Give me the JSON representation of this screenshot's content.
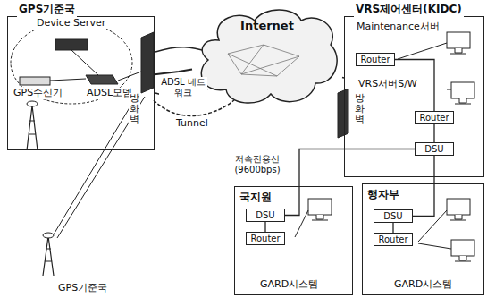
{
  "diagram": {
    "nodes": [
      {
        "text": [
          "GPS기준국"
        ]
      },
      {
        "text": [
          "VRS제어센터(KIDC)"
        ]
      },
      {
        "text": [
          "Internet"
        ]
      },
      {
        "text": [
          "Router"
        ],
        "in": 1
      },
      {
        "text": [
          "Router"
        ],
        "in": 1
      },
      {
        "text": [
          "DSU"
        ],
        "in": 1
      },
      {
        "text": [
          "국지원"
        ]
      },
      {
        "text": [
          "DSU"
        ],
        "in": 6
      },
      {
        "text": [
          "Router"
        ],
        "in": 6
      },
      {
        "text": [
          "행자부"
        ]
      },
      {
        "text": [
          "DSU"
        ],
        "in": 9
      },
      {
        "text": [
          "Router"
        ],
        "in": 9
      }
    ],
    "edges": [
      {
        "from": 0,
        "to": 2,
        "arrow": "none"
      },
      {
        "from": 2,
        "to": 1,
        "arrow": "none"
      },
      {
        "from": 3,
        "to": 4,
        "arrow": "none"
      },
      {
        "from": 4,
        "to": 5,
        "arrow": "none"
      },
      {
        "from": 5,
        "to": 7,
        "arrow": "none"
      },
      {
        "from": 5,
        "to": 10,
        "arrow": "none"
      },
      {
        "from": 7,
        "to": 8,
        "arrow": "none"
      },
      {
        "from": 10,
        "to": 11,
        "arrow": "none"
      }
    ],
    "labels": [
      "Device Server",
      "GPS수신기",
      "ADSL모뎀",
      "방화벽",
      "ADSL 네트워크",
      "Tunnel",
      "Maintenance서버",
      "VRS서버S/W",
      "방화벽",
      "저속전용선 (9600bps)",
      "GARD시스템",
      "GARD시스템",
      "GPS기준국"
    ]
  }
}
